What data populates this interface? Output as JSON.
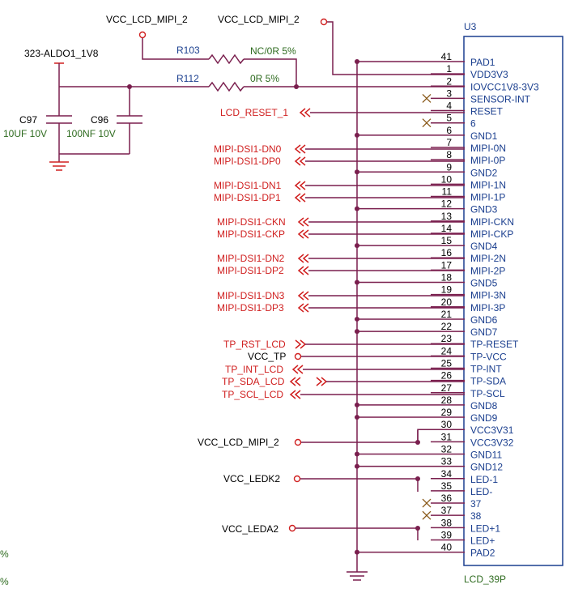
{
  "component": {
    "refdes": "U3",
    "part": "LCD_39P",
    "pins": [
      {
        "num": "41",
        "name": "PAD1"
      },
      {
        "num": "1",
        "name": "VDD3V3"
      },
      {
        "num": "2",
        "name": "IOVCC1V8-3V3"
      },
      {
        "num": "3",
        "name": "SENSOR-INT"
      },
      {
        "num": "4",
        "name": "RESET"
      },
      {
        "num": "5",
        "name": "6"
      },
      {
        "num": "6",
        "name": "GND1"
      },
      {
        "num": "7",
        "name": "MIPI-0N"
      },
      {
        "num": "8",
        "name": "MIPI-0P"
      },
      {
        "num": "9",
        "name": "GND2"
      },
      {
        "num": "10",
        "name": "MIPI-1N"
      },
      {
        "num": "11",
        "name": "MIPI-1P"
      },
      {
        "num": "12",
        "name": "GND3"
      },
      {
        "num": "13",
        "name": "MIPI-CKN"
      },
      {
        "num": "14",
        "name": "MIPI-CKP"
      },
      {
        "num": "15",
        "name": "GND4"
      },
      {
        "num": "16",
        "name": "MIPI-2N"
      },
      {
        "num": "17",
        "name": "MIPI-2P"
      },
      {
        "num": "18",
        "name": "GND5"
      },
      {
        "num": "19",
        "name": "MIPI-3N"
      },
      {
        "num": "20",
        "name": "MIPI-3P"
      },
      {
        "num": "21",
        "name": "GND6"
      },
      {
        "num": "22",
        "name": "GND7"
      },
      {
        "num": "23",
        "name": "TP-RESET"
      },
      {
        "num": "24",
        "name": "TP-VCC"
      },
      {
        "num": "25",
        "name": "TP-INT"
      },
      {
        "num": "26",
        "name": "TP-SDA"
      },
      {
        "num": "27",
        "name": "TP-SCL"
      },
      {
        "num": "28",
        "name": "GND8"
      },
      {
        "num": "29",
        "name": "GND9"
      },
      {
        "num": "30",
        "name": "VCC3V31"
      },
      {
        "num": "31",
        "name": "VCC3V32"
      },
      {
        "num": "32",
        "name": "GND11"
      },
      {
        "num": "33",
        "name": "GND12"
      },
      {
        "num": "34",
        "name": "LED-1"
      },
      {
        "num": "35",
        "name": "LED-"
      },
      {
        "num": "36",
        "name": "37"
      },
      {
        "num": "37",
        "name": "38"
      },
      {
        "num": "38",
        "name": "LED+1"
      },
      {
        "num": "39",
        "name": "LED+"
      },
      {
        "num": "40",
        "name": "PAD2"
      }
    ]
  },
  "nets": {
    "lcd_reset": "LCD_RESET_1",
    "dn0": "MIPI-DSI1-DN0",
    "dp0": "MIPI-DSI1-DP0",
    "dn1": "MIPI-DSI1-DN1",
    "dp1": "MIPI-DSI1-DP1",
    "ckn": "MIPI-DSI1-CKN",
    "ckp": "MIPI-DSI1-CKP",
    "dn2": "MIPI-DSI1-DN2",
    "dp2": "MIPI-DSI1-DP2",
    "dn3": "MIPI-DSI1-DN3",
    "dp3": "MIPI-DSI1-DP3",
    "tp_rst": "TP_RST_LCD",
    "vcc_tp": "VCC_TP",
    "tp_int": "TP_INT_LCD",
    "tp_sda": "TP_SDA_LCD",
    "tp_scl": "TP_SCL_LCD",
    "vcc_lcd_mipi_2_a": "VCC_LCD_MIPI_2",
    "vcc_lcd_mipi_2_b": "VCC_LCD_MIPI_2",
    "vcc_lcd_mipi_2_c": "VCC_LCD_MIPI_2",
    "vcc_ledk2": "VCC_LEDK2",
    "vcc_leda2": "VCC_LEDA2",
    "aldo": "323-ALDO1_1V8"
  },
  "passives": {
    "r103_ref": "R103",
    "r103_val": "NC/0R 5%",
    "r112_ref": "R112",
    "r112_val": "0R 5%",
    "c97_ref": "C97",
    "c97_val": "10UF 10V",
    "c96_ref": "C96",
    "c96_val": "100NF 10V"
  },
  "edge_marks": [
    "%",
    "%"
  ],
  "colors": {
    "wire": "#7a1f4e",
    "component": "#1b3f8f",
    "net_label": "#d02020",
    "value_text": "#2e6b1f",
    "no_connect": "#8a5a1a"
  }
}
